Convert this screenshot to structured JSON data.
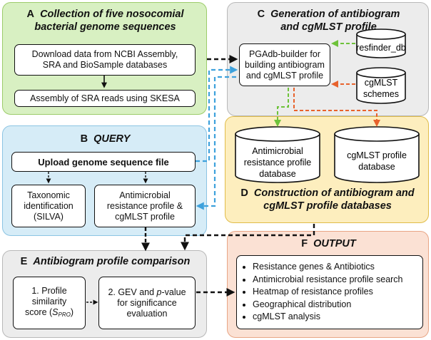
{
  "colors": {
    "panel_a": "#d8f0c2",
    "panel_a_border": "#9ccc6a",
    "panel_b": "#d6ecf7",
    "panel_b_border": "#8cc4e3",
    "panel_c": "#ececec",
    "panel_c_border": "#b8b8b8",
    "panel_d": "#fdeebe",
    "panel_d_border": "#e0bc4a",
    "panel_e": "#ececec",
    "panel_e_border": "#b8b8b8",
    "panel_f": "#fbe1d4",
    "panel_f_border": "#e8a585",
    "arrow_blue": "#3ea1dc",
    "arrow_green": "#6ec23a",
    "arrow_orange": "#e8622c",
    "arrow_black": "#111111"
  },
  "panel_a": {
    "letter": "A",
    "title": "Collection of five nosocomial\nbacterial genome sequences",
    "step1": "Download data from NCBI Assembly,\nSRA and BioSample databases",
    "step2": "Assembly of SRA reads using SKESA"
  },
  "panel_b": {
    "letter": "B",
    "title": "QUERY",
    "upload": "Upload genome sequence file",
    "taxonomy": "Taxonomic\nidentification\n(SILVA)",
    "amr": "Antimicrobial\nresistance profile &\ncgMLST profile"
  },
  "panel_c": {
    "letter": "C",
    "title": "Generation of antibiogram\nand cgMLST profile",
    "builder": "PGAdb-builder for\nbuilding antibiogram\nand cgMLST profile",
    "db1": "resfinder_db",
    "db2": "cgMLST\nschemes"
  },
  "panel_d": {
    "letter": "D",
    "title": "Construction of antibiogram and\ncgMLST profile databases",
    "db1": "Antimicrobial\nresistance profile\ndatabase",
    "db2": "cgMLST profile\ndatabase"
  },
  "panel_e": {
    "letter": "E",
    "title": "Antibiogram profile comparison",
    "step1": "1. Profile\nsimilarity\nscore (",
    "step1_symbol": "S",
    "step1_sub": "PRO",
    "step1_end": ")",
    "step2_pre": "2. GEV and ",
    "step2_p": "p",
    "step2_post": "-value\nfor significance\nevaluation"
  },
  "panel_f": {
    "letter": "F",
    "title": "OUTPUT",
    "items": [
      "Resistance genes & Antibiotics",
      "Antimicrobial resistance profile search",
      "Heatmap of resistance profiles",
      "Geographical distribution",
      "cgMLST analysis"
    ]
  }
}
